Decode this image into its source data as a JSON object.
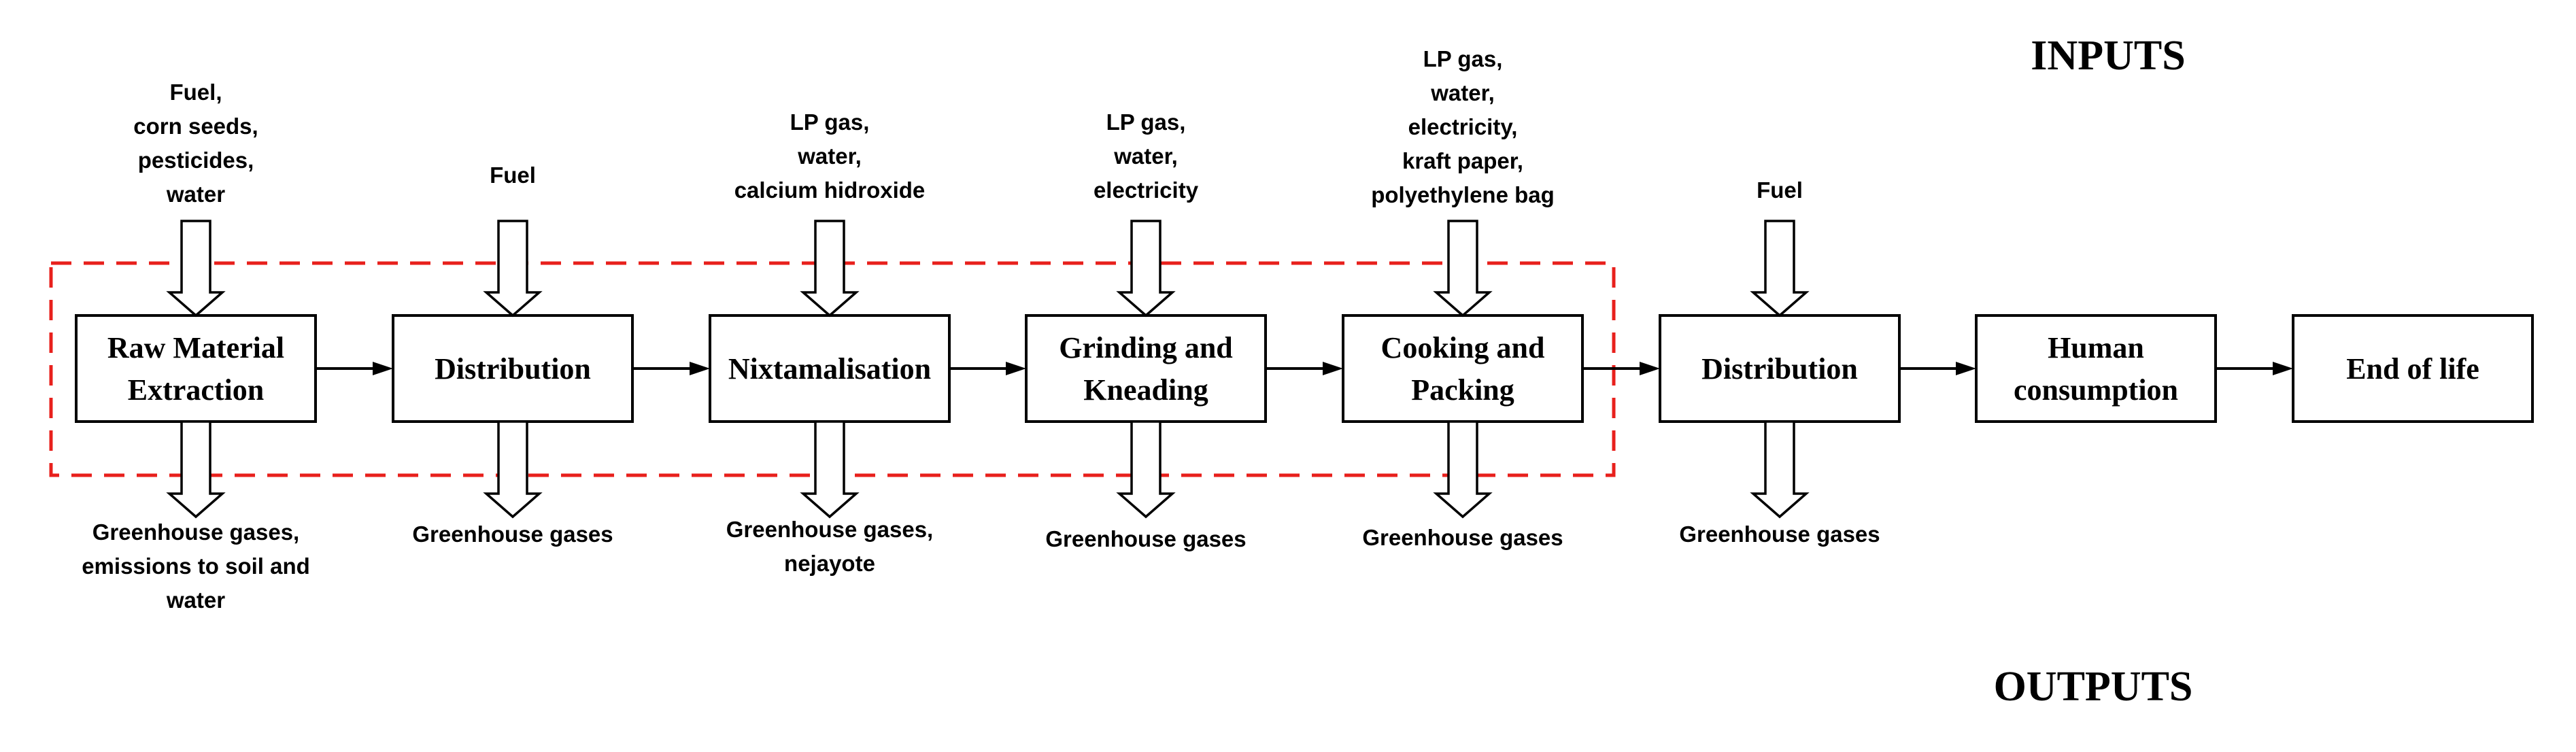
{
  "headings": {
    "inputs": "INPUTS",
    "outputs": "OUTPUTS"
  },
  "stages": [
    {
      "id": "raw-material-extraction",
      "label_lines": [
        "Raw Material",
        "Extraction"
      ],
      "inputs_lines": [
        "Fuel,",
        "corn seeds,",
        "pesticides,",
        "water"
      ],
      "outputs_lines": [
        "Greenhouse gases,",
        "emissions to soil and",
        "water"
      ],
      "within_boundary": true
    },
    {
      "id": "distribution-1",
      "label_lines": [
        "Distribution"
      ],
      "inputs_lines": [
        "Fuel"
      ],
      "outputs_lines": [
        "Greenhouse gases"
      ],
      "within_boundary": true
    },
    {
      "id": "nixtamalisation",
      "label_lines": [
        "Nixtamalisation"
      ],
      "inputs_lines": [
        "LP gas,",
        "water,",
        "calcium hidroxide"
      ],
      "outputs_lines": [
        "Greenhouse gases,",
        "nejayote"
      ],
      "within_boundary": true
    },
    {
      "id": "grinding-and-kneading",
      "label_lines": [
        "Grinding and",
        "Kneading"
      ],
      "inputs_lines": [
        "LP gas,",
        "water,",
        "electricity"
      ],
      "outputs_lines": [
        "Greenhouse gases"
      ],
      "within_boundary": true
    },
    {
      "id": "cooking-and-packing",
      "label_lines": [
        "Cooking and",
        "Packing"
      ],
      "inputs_lines": [
        "LP gas,",
        "water,",
        "electricity,",
        "kraft paper,",
        "polyethylene bag"
      ],
      "outputs_lines": [
        "Greenhouse gases"
      ],
      "within_boundary": true
    },
    {
      "id": "distribution-2",
      "label_lines": [
        "Distribution"
      ],
      "inputs_lines": [
        "Fuel"
      ],
      "outputs_lines": [
        "Greenhouse gases"
      ],
      "within_boundary": false
    },
    {
      "id": "human-consumption",
      "label_lines": [
        "Human",
        "consumption"
      ],
      "inputs_lines": [],
      "outputs_lines": [],
      "within_boundary": false
    },
    {
      "id": "end-of-life",
      "label_lines": [
        "End of life"
      ],
      "inputs_lines": [],
      "outputs_lines": [],
      "within_boundary": false
    }
  ],
  "colors": {
    "boundary": "#e8201c",
    "stroke": "#000000",
    "background": "#ffffff"
  }
}
